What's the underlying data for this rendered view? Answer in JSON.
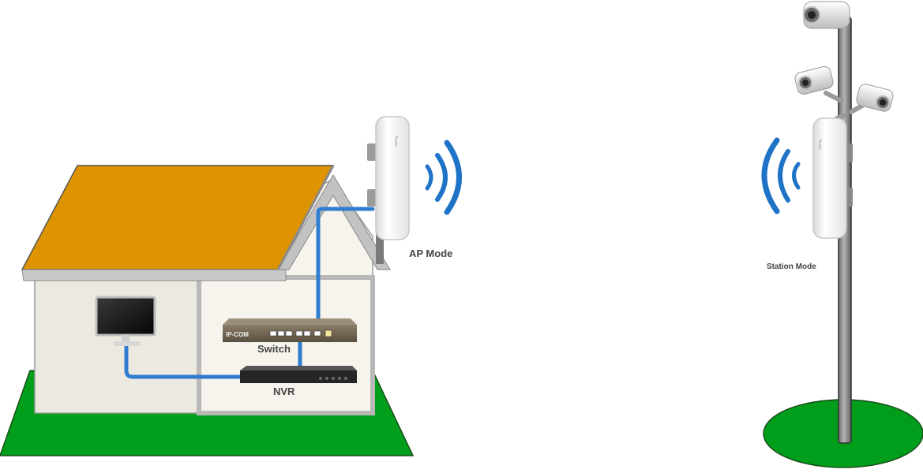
{
  "labels": {
    "ap_mode": "AP Mode",
    "station_mode": "Station Mode",
    "switch": "Switch",
    "nvr": "NVR",
    "switch_brand": "IP-COM",
    "cpe_brand": "Tenda"
  },
  "colors": {
    "grass": "#009e1a",
    "roof": "#de9300",
    "wall": "#ece9e0",
    "interior": "#f6f4ec",
    "cable": "#2f7dd0",
    "signal": "#1f73c6",
    "switch_body": "#6b5f4e",
    "nvr_body": "#2a2a2a",
    "pole": "#8f8f8f"
  }
}
